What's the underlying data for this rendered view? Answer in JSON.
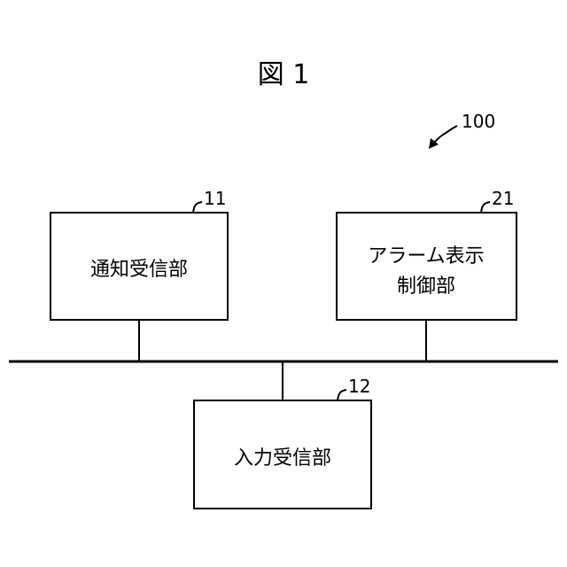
{
  "figure": {
    "title": "図 1",
    "system_ref": "100"
  },
  "blocks": [
    {
      "id": "notification",
      "ref": "11",
      "lines": [
        "通知受信部"
      ]
    },
    {
      "id": "alarm",
      "ref": "21",
      "lines": [
        "アラーム表示",
        "制御部"
      ]
    },
    {
      "id": "input",
      "ref": "12",
      "lines": [
        "入力受信部"
      ]
    }
  ],
  "colors": {
    "line": "#000000",
    "background": "#ffffff"
  }
}
